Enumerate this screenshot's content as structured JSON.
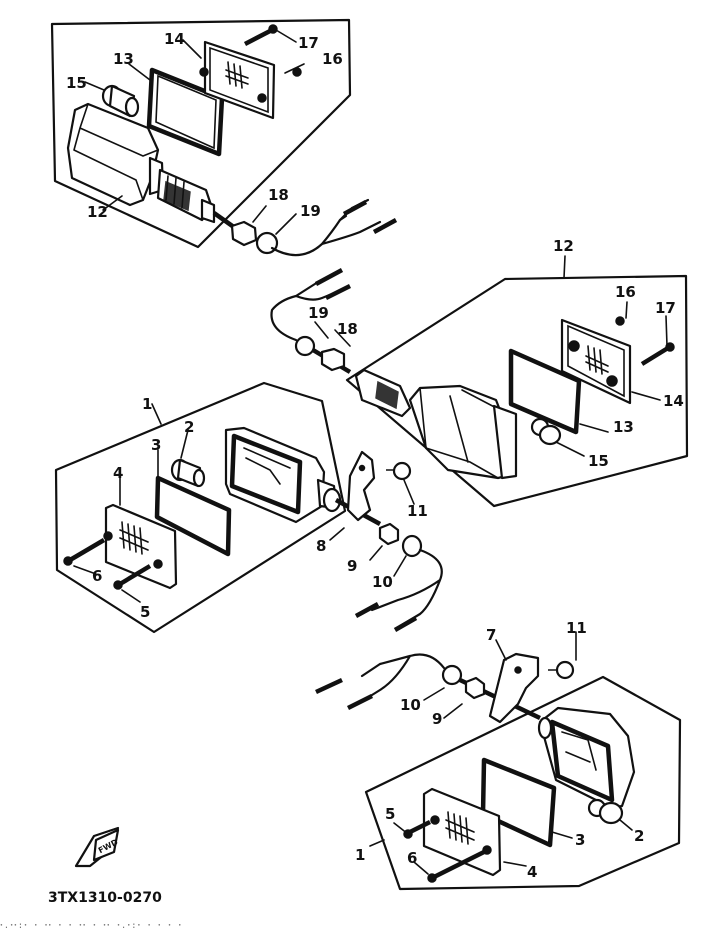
{
  "diagram": {
    "title": "Flasher Light Assembly (exploded parts view)",
    "drawing_code": "3TX1310-0270",
    "direction_marker": "FWD",
    "footer_noise": "ꞏ.ꞏꞏ:ꞏ ꞏ ꞏꞏ ꞏ ꞏ  ꞏꞏ ꞏ ꞏꞏ  ꞏ.ꞏ:ꞏ ꞏ     ꞏ   ꞏ   ꞏ",
    "assemblies": [
      {
        "id": "front-left",
        "assembly_label": "12",
        "callouts": [
          "12",
          "13",
          "14",
          "15",
          "16",
          "17",
          "18",
          "19"
        ]
      },
      {
        "id": "front-right",
        "assembly_label": "12",
        "callouts": [
          "12",
          "13",
          "14",
          "15",
          "16",
          "17",
          "18",
          "19"
        ]
      },
      {
        "id": "rear-left",
        "assembly_label": "1",
        "callouts": [
          "1",
          "2",
          "3",
          "4",
          "5",
          "6",
          "8",
          "9",
          "10",
          "11"
        ]
      },
      {
        "id": "rear-right",
        "assembly_label": "1",
        "callouts": [
          "1",
          "2",
          "3",
          "4",
          "5",
          "6",
          "7",
          "9",
          "10",
          "11"
        ]
      }
    ],
    "labels": {
      "fl": {
        "l12": "12",
        "l13": "13",
        "l14": "14",
        "l15": "15",
        "l16": "16",
        "l17": "17",
        "l18": "18",
        "l19": "19"
      },
      "fr": {
        "l12": "12",
        "l13": "13",
        "l14": "14",
        "l15": "15",
        "l16": "16",
        "l17": "17",
        "l18": "18",
        "l19": "19"
      },
      "rl": {
        "l1": "1",
        "l2": "2",
        "l3": "3",
        "l4": "4",
        "l5": "5",
        "l6": "6",
        "l8": "8",
        "l9": "9",
        "l10": "10",
        "l11": "11"
      },
      "rr": {
        "l1": "1",
        "l2": "2",
        "l3": "3",
        "l4": "4",
        "l5": "5",
        "l6": "6",
        "l7": "7",
        "l9": "9",
        "l10": "10",
        "l11": "11"
      }
    }
  }
}
